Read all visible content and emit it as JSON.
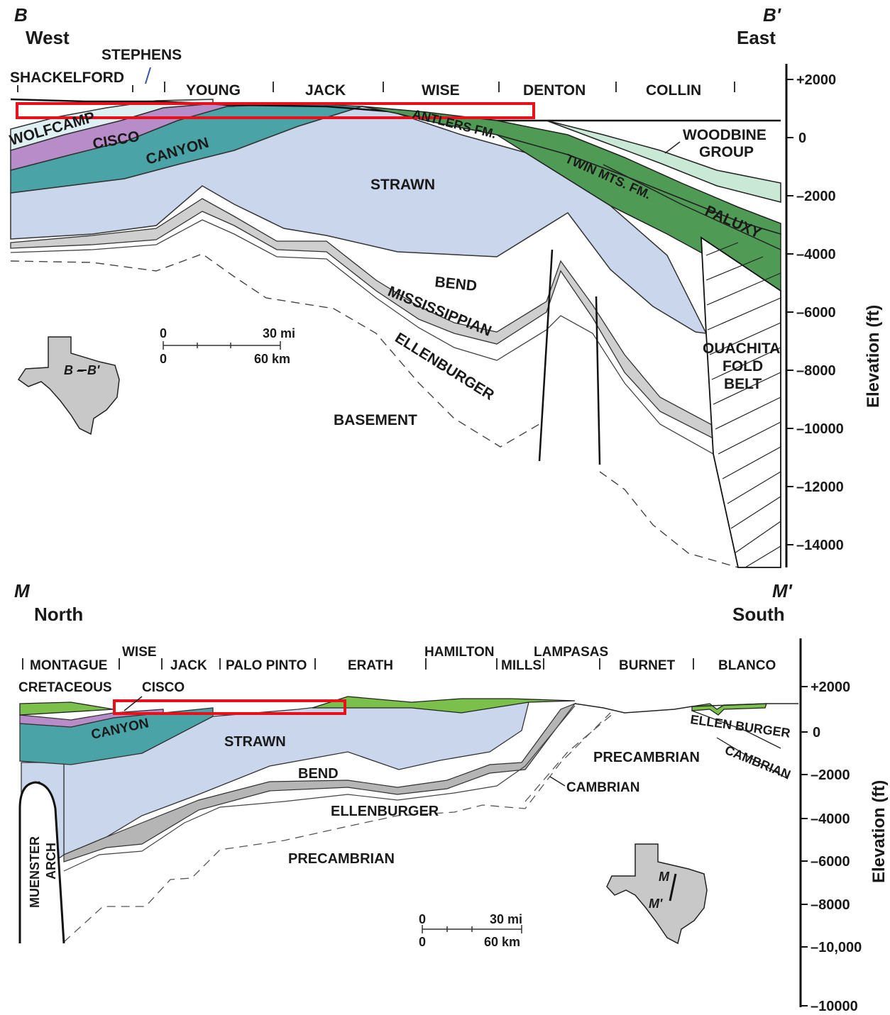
{
  "section_b": {
    "left_letter": "B",
    "left_dir": "West",
    "right_letter": "B'",
    "right_dir": "East",
    "counties": [
      "SHACKELFORD",
      "STEPHENS",
      "YOUNG",
      "JACK",
      "WISE",
      "DENTON",
      "COLLIN"
    ],
    "units": {
      "wolfcamp": "WOLFCAMP",
      "cisco": "CISCO",
      "canyon": "CANYON",
      "strawn": "STRAWN",
      "antlers": "ANTLERS FM.",
      "twin_mts": "TWIN MTS. FM.",
      "paluxy": "PALUXY",
      "woodbine_1": "WOODBINE",
      "woodbine_2": "GROUP",
      "bend": "BEND",
      "mississippian": "MISSISSIPPIAN",
      "ellenburger": "ELLENBURGER",
      "basement": "BASEMENT",
      "ouachita_1": "OUACHITA",
      "ouachita_2": "FOLD",
      "ouachita_3": "BELT"
    },
    "scale": {
      "zero_top": "0",
      "mi": "30 mi",
      "zero_bottom": "0",
      "km": "60 km"
    },
    "map_label": "B – B'",
    "axis_title": "Elevation (ft)",
    "axis_ticks": [
      "+2000",
      "0",
      "–2000",
      "–4000",
      "–6000",
      "–8000",
      "–10000",
      "–12000",
      "–14000"
    ]
  },
  "section_m": {
    "left_letter": "M",
    "left_dir": "North",
    "right_letter": "M'",
    "right_dir": "South",
    "counties": [
      "MONTAGUE",
      "WISE",
      "JACK",
      "PALO PINTO",
      "ERATH",
      "HAMILTON",
      "MILLS",
      "LAMPASAS",
      "BURNET",
      "BLANCO"
    ],
    "units": {
      "cretaceous": "CRETACEOUS",
      "cisco": "CISCO",
      "canyon": "CANYON",
      "strawn": "STRAWN",
      "bend": "BEND",
      "ellenburger": "ELLENBURGER",
      "precambrian": "PRECAMBRIAN",
      "precambrian_right": "PRECAMBRIAN",
      "cambrian": "CAMBRIAN",
      "ellen_burger_right": "ELLEN BURGER",
      "cambrian_right": "CAMBRIAN",
      "muenster_1": "MUENSTER",
      "muenster_2": "ARCH"
    },
    "scale": {
      "zero_top": "0",
      "mi": "30 mi",
      "zero_bottom": "0",
      "km": "60 km"
    },
    "map_top": "M",
    "map_bottom": "M'",
    "axis_title": "Elevation (ft)",
    "axis_ticks": [
      "+2000",
      "0",
      "–2000",
      "–4000",
      "–6000",
      "–8000",
      "–10,000",
      "–10000"
    ]
  },
  "colors": {
    "wolfcamp": "#dff0f2",
    "cisco": "#b88cc8",
    "canyon": "#4aa3a6",
    "strawn": "#c9d6ec",
    "green": "#4f9a55",
    "light_green": "#c9e8d6",
    "cretaceous": "#7bc04a",
    "miss_gray": "#cfcfcf",
    "highlight": "#e8101a",
    "state_fill": "#c8c8c8"
  }
}
